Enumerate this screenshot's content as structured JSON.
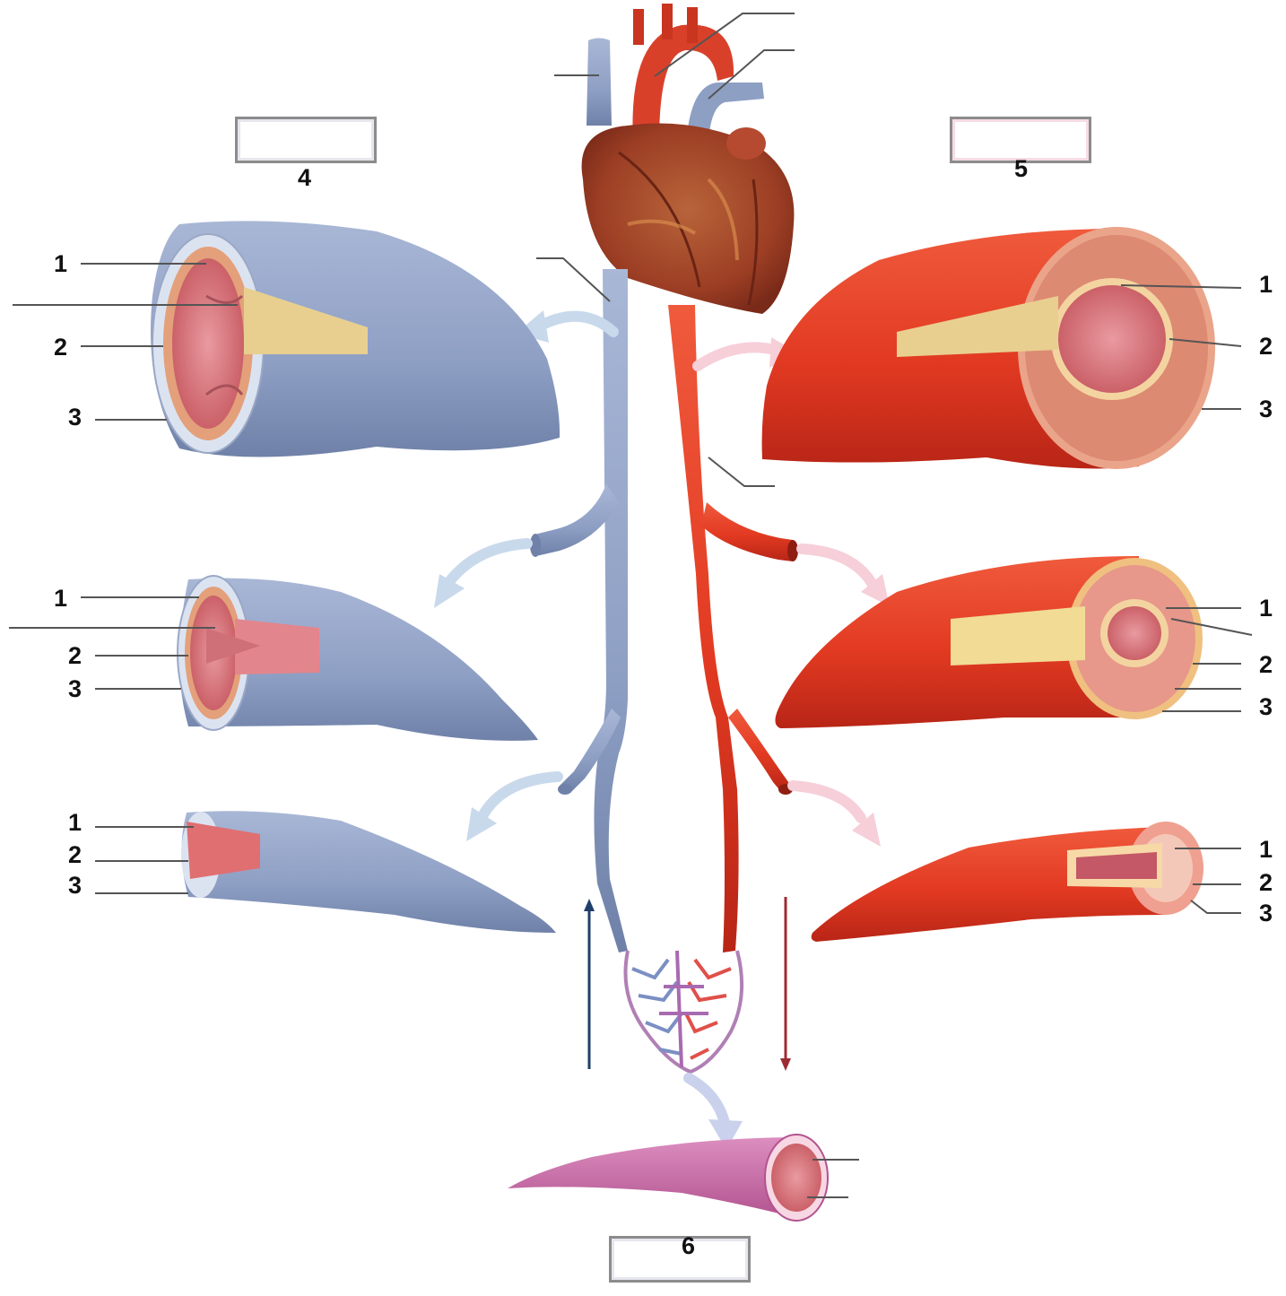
{
  "diagram": {
    "colors": {
      "vein": "#8e9fc4",
      "vein_dark": "#6f81a8",
      "artery": "#e23a22",
      "artery_dark": "#b82516",
      "capillary": "#c768a6",
      "heart": "#b2452e",
      "lumen": "#e5878a",
      "valve": "#e9d59e",
      "vein_arrow": "#c9d9ec",
      "artery_arrow": "#f6cfd9",
      "leader": "#555555"
    },
    "box_numbers": {
      "left": "4",
      "right": "5",
      "bottom": "6"
    },
    "left_vessels": [
      {
        "labels": [
          "1",
          "2",
          "3"
        ]
      },
      {
        "labels": [
          "1",
          "2",
          "3"
        ]
      },
      {
        "labels": [
          "1",
          "2",
          "3"
        ]
      }
    ],
    "right_vessels": [
      {
        "labels": [
          "1",
          "2",
          "3"
        ]
      },
      {
        "labels": [
          "1",
          "2",
          "3"
        ]
      },
      {
        "labels": [
          "1",
          "2",
          "3"
        ]
      }
    ]
  }
}
